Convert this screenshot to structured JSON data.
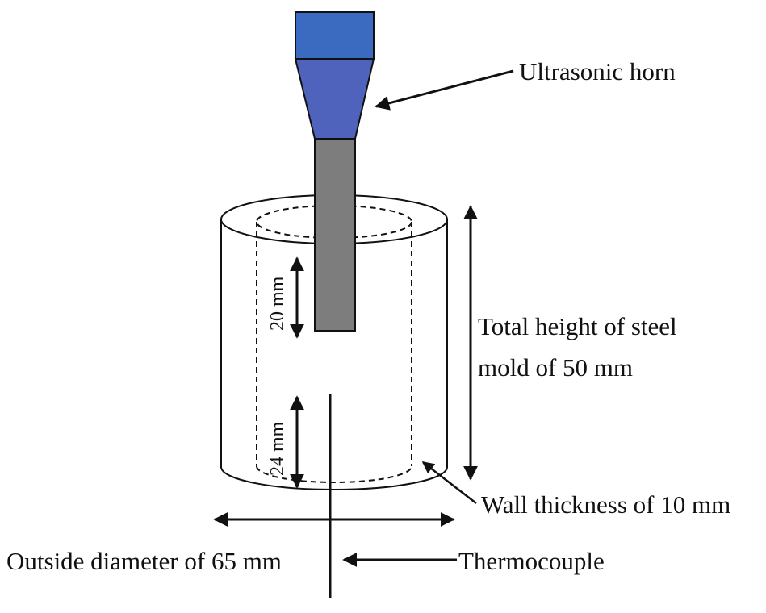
{
  "labels": {
    "horn": "Ultrasonic horn",
    "height_line1": "Total height of steel",
    "height_line2": "mold of 50 mm",
    "wall": "Wall thickness of 10 mm",
    "diameter": "Outside diameter of 65 mm",
    "thermocouple": "Thermocouple",
    "probe_depth": "20 mm",
    "thermo_height": "24 mm"
  },
  "colors": {
    "horn_top": "#3a6bc0",
    "horn_cone": "#4f63bd",
    "probe": "#7d7d7d",
    "stroke": "#111111"
  }
}
